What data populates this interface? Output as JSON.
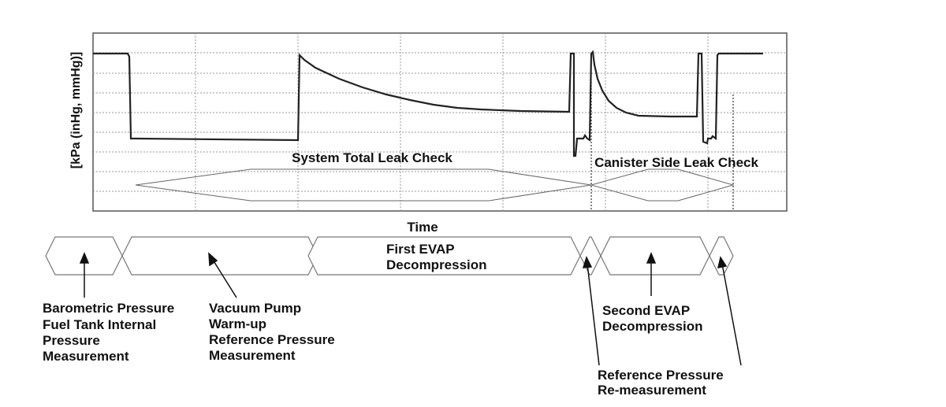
{
  "chart": {
    "ylabel": "[kPa (inHg, mmHg)]",
    "xlabel": "Time",
    "system_leak_label": "System Total Leak Check",
    "canister_leak_label": "Canister Side Leak Check"
  },
  "phases": {
    "first_evap": [
      "First EVAP",
      "Decompression"
    ],
    "barometric": [
      "Barometric Pressure",
      "Fuel Tank Internal",
      "Pressure",
      "Measurement"
    ],
    "vacuum_pump": [
      "Vacuum Pump",
      "Warm-up",
      "Reference Pressure",
      "Measurement"
    ],
    "second_evap": [
      "Second EVAP",
      "Decompression"
    ],
    "reference_remeasure": [
      "Reference Pressure",
      "Re-measurement"
    ]
  }
}
